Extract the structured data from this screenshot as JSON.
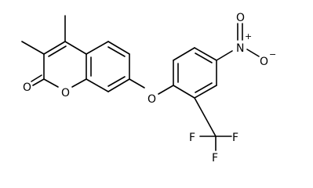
{
  "structure": {
    "atoms": {
      "o_carbonyl": "O",
      "o_ring": "O",
      "o_ether": "O",
      "n_nitro": "N",
      "n_charge": "+",
      "o_nitro_top": "O",
      "o_nitro_right": "O",
      "o_nitro_right_charge": "−",
      "f_left": "F",
      "f_right": "F",
      "f_bottom": "F"
    }
  }
}
